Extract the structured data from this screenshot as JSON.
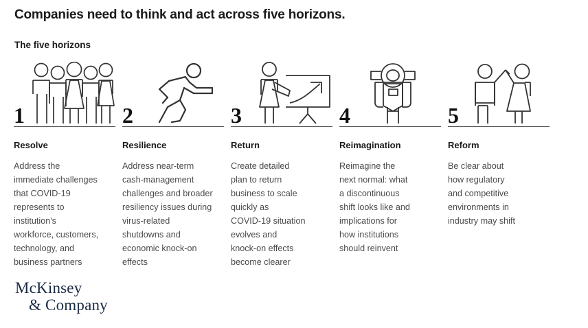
{
  "title": "Companies need to think and act across five horizons.",
  "subtitle": "The five horizons",
  "horizons": [
    {
      "number": "1",
      "icon": "group-of-people-icon",
      "heading": "Resolve",
      "body": "Address the\nimmediate challenges\nthat COVID-19\nrepresents to\ninstitution's\nworkforce, customers,\ntechnology, and\nbusiness partners"
    },
    {
      "number": "2",
      "icon": "running-person-icon",
      "heading": "Resilience",
      "body": "Address near-term\ncash-management\nchallenges and broader\nresiliency issues during\nvirus-related\nshutdowns and\neconomic knock-on\neffects"
    },
    {
      "number": "3",
      "icon": "presenter-with-growth-chart-icon",
      "heading": "Return",
      "body": "Create detailed\nplan to return\nbusiness to scale\nquickly as\nCOVID-19 situation\nevolves and\nknock-on effects\nbecome clearer"
    },
    {
      "number": "4",
      "icon": "robot-icon",
      "heading": "Reimagination",
      "body": "Reimagine the\nnext normal: what\na discontinuous\nshift looks like and\nimplications for\nhow institutions\nshould reinvent"
    },
    {
      "number": "5",
      "icon": "two-people-joined-arms-icon",
      "heading": "Reform",
      "body": "Be clear about\nhow regulatory\nand competitive\nenvironments in\nindustry may shift"
    }
  ],
  "logo": {
    "line1": "McKinsey",
    "line2": "& Company",
    "color": "#1c2b44"
  },
  "colors": {
    "text_primary": "#1a1a1a",
    "text_body": "#4a4a4a",
    "rule": "#555555",
    "icon_stroke": "#333333",
    "background": "#ffffff"
  }
}
